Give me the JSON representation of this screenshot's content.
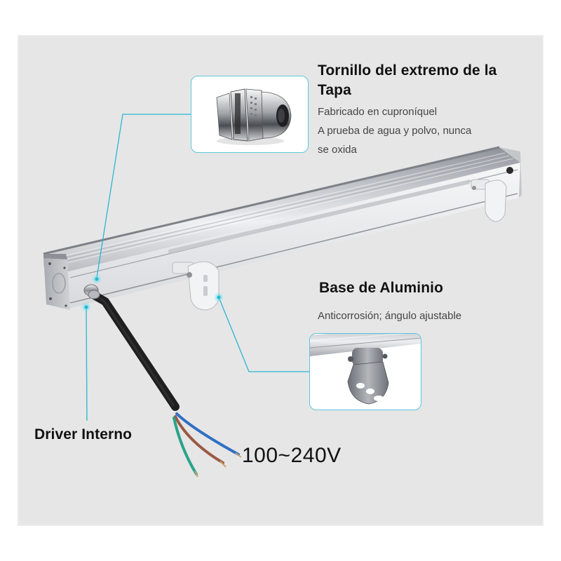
{
  "product": {
    "name": "LED linear wall washer bar",
    "accent_color": "#29b6cf",
    "panel_color": "#e6e6e6"
  },
  "callouts": [
    {
      "id": "end-cap-screw",
      "title_line1": "Tornillo del extremo de la",
      "title_line2": "Tapa",
      "description": [
        "Fabricado en cuproníquel",
        "A prueba de agua y polvo, nunca",
        "se oxida"
      ],
      "inset_image": "nickel-cable-gland"
    },
    {
      "id": "aluminum-base",
      "title": "Base de Aluminio",
      "description": [
        "Anticorrosión; ángulo ajustable"
      ],
      "inset_image": "mounting-bracket"
    },
    {
      "id": "internal-driver",
      "title": "Driver Interno"
    }
  ],
  "cable": {
    "voltage_label": "100~240V",
    "wire_colors": [
      "#2f6fc4",
      "#9a5a44",
      "#2aa38a"
    ]
  }
}
